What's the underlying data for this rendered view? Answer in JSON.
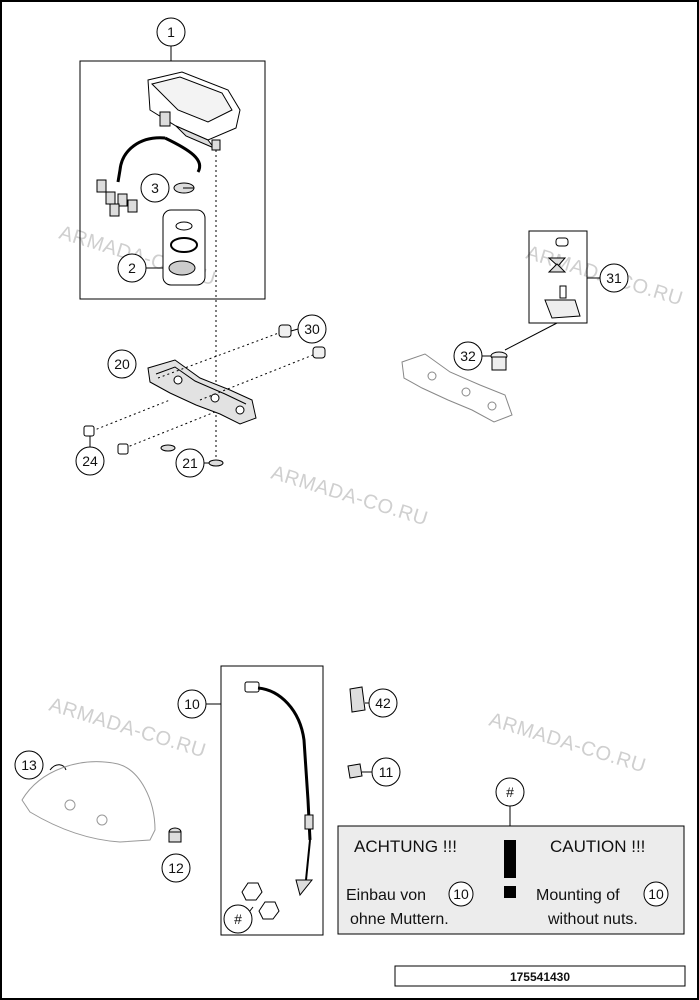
{
  "watermark": "ARMADA-CO.RU",
  "callouts": {
    "c1": "1",
    "c2": "2",
    "c3": "3",
    "c10": "10",
    "c11": "11",
    "c12": "12",
    "c13": "13",
    "c20": "20",
    "c21": "21",
    "c24": "24",
    "c30": "30",
    "c31": "31",
    "c32": "32",
    "c42": "42",
    "hash": "#"
  },
  "note": {
    "marker": "#",
    "de_heading": "ACHTUNG !!!",
    "en_heading": "CAUTION !!!",
    "de_line1": "Einbau von",
    "de_line2": "ohne Muttern.",
    "en_line1": "Mounting of",
    "en_line2": "without nuts.",
    "ref": "10"
  },
  "part_number": "175541430",
  "colors": {
    "frame": "#000000",
    "note_bg": "#ececec",
    "watermark": "#cfcfcf"
  }
}
